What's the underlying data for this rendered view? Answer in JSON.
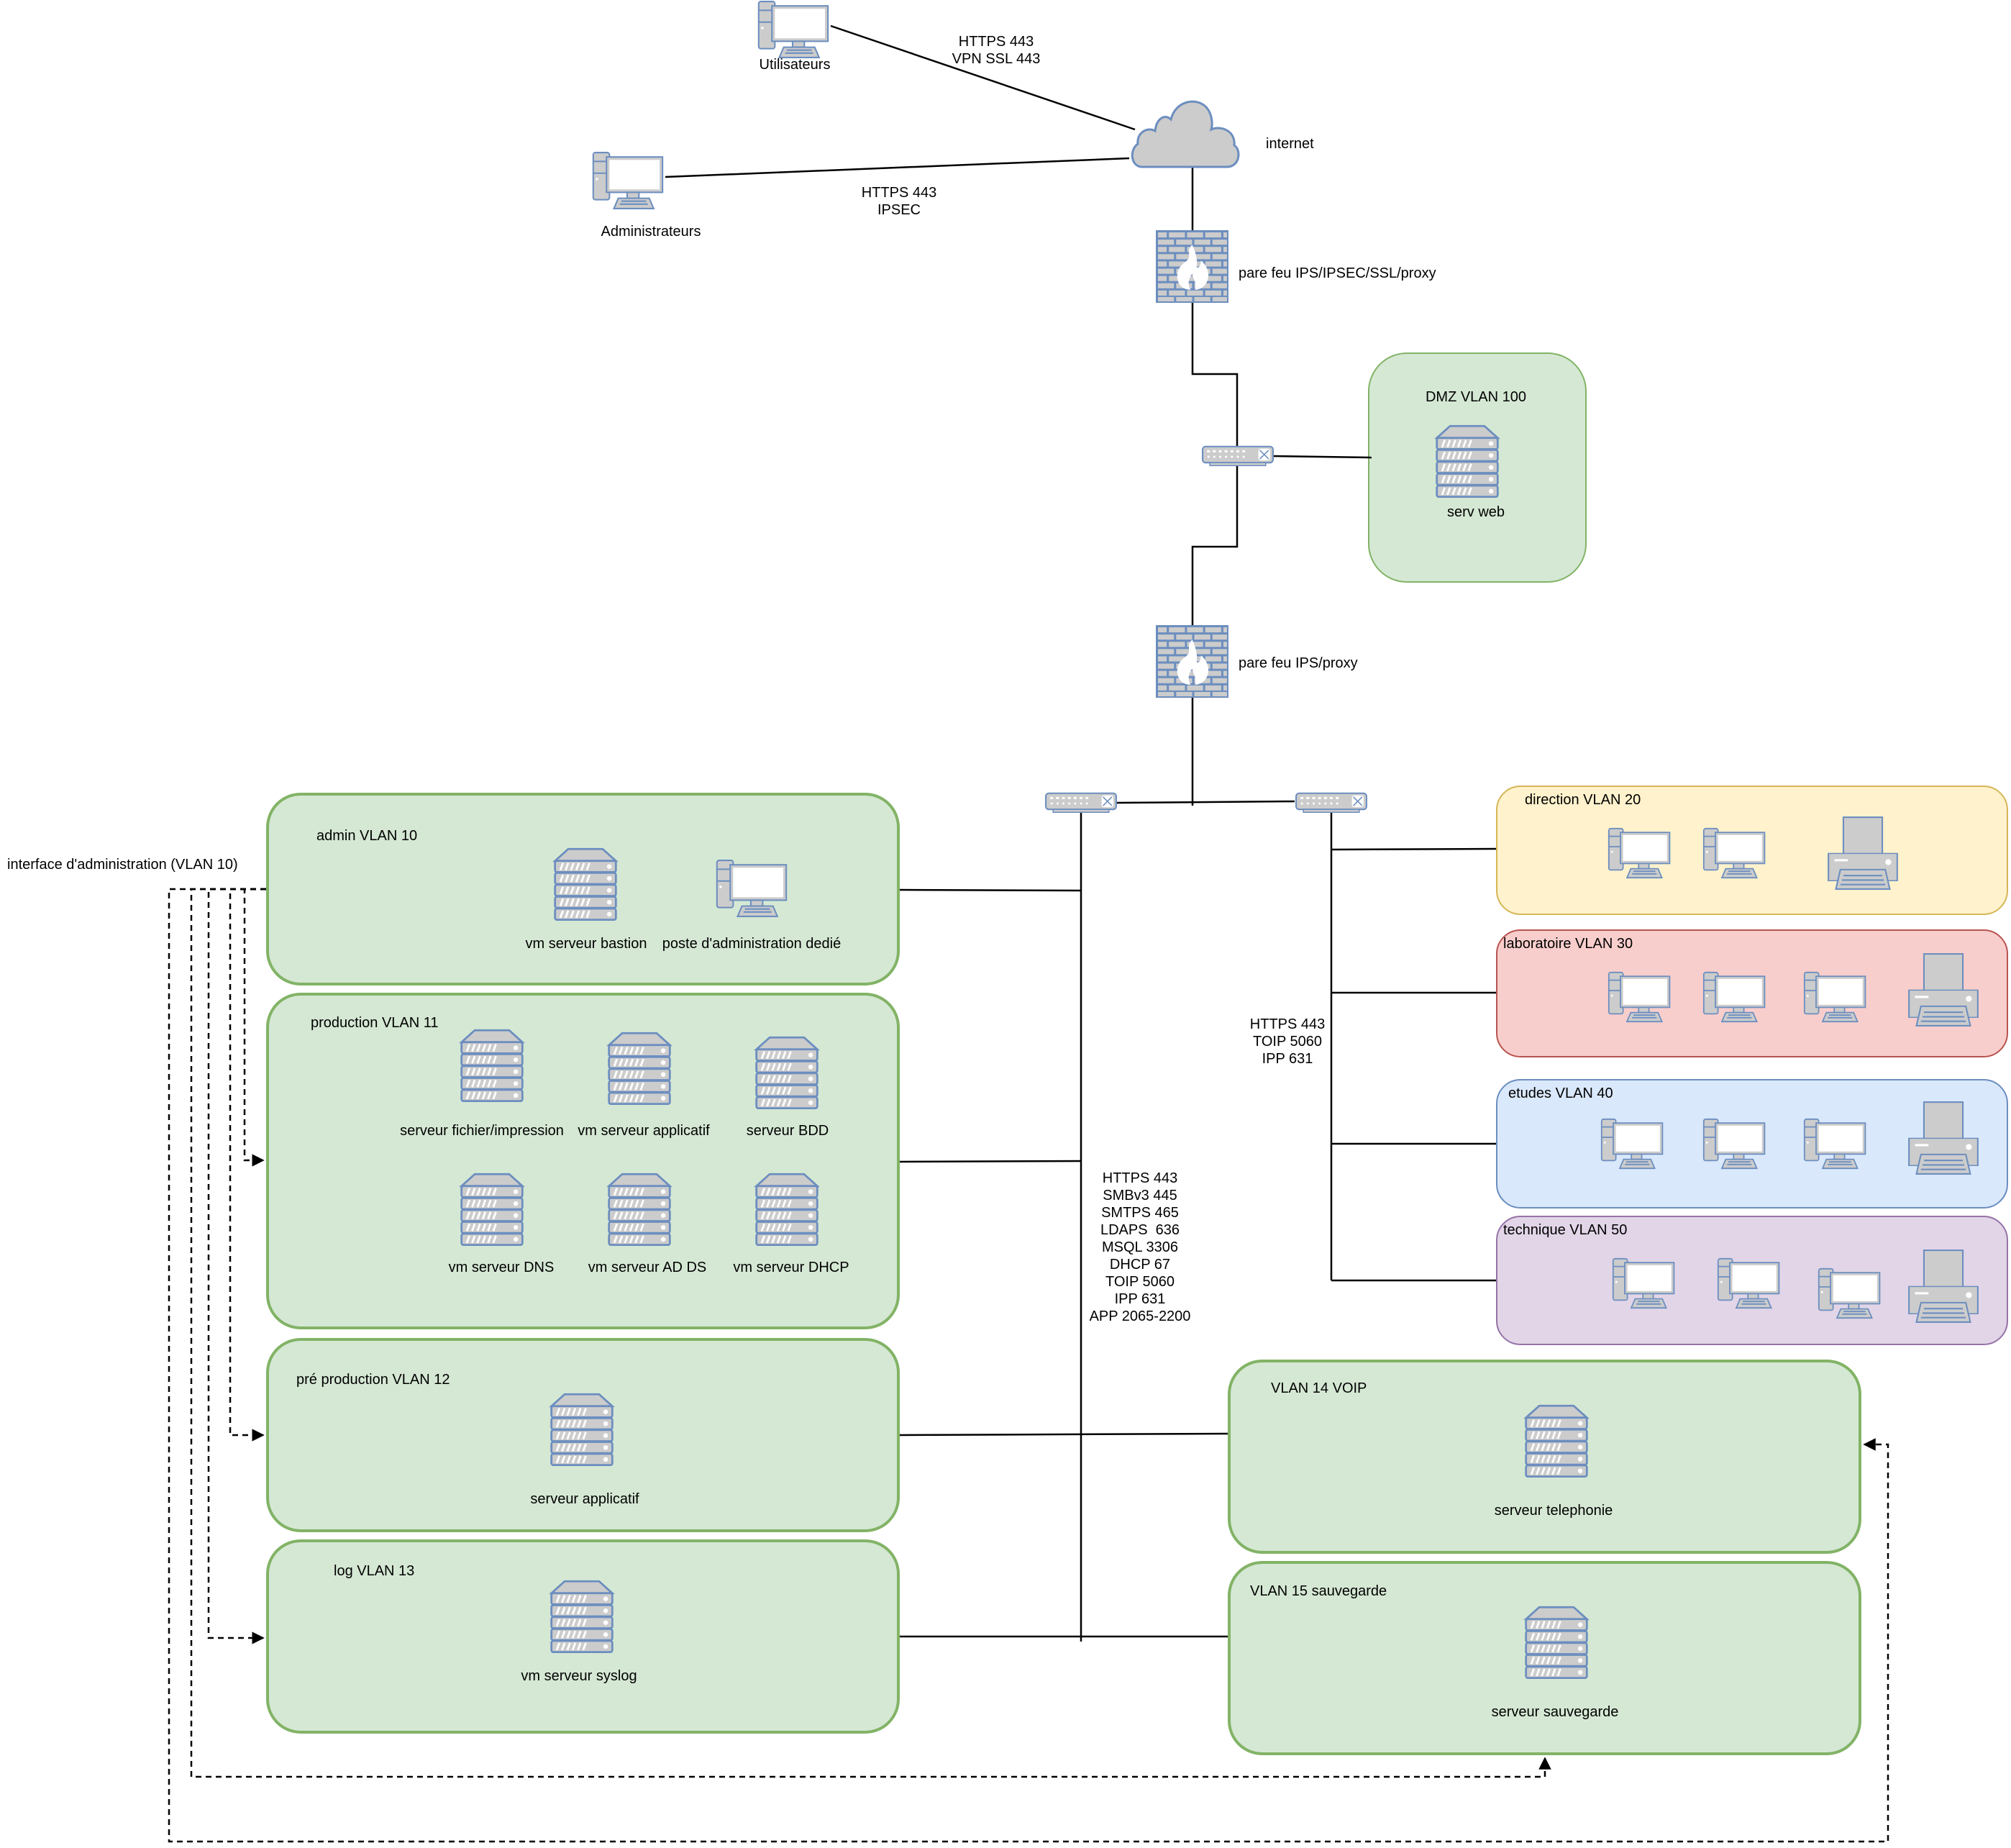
{
  "title": "Architecture réseau",
  "external": {
    "users": {
      "label": "Utilisateurs",
      "link_label": "HTTPS 443\nVPN SSL 443"
    },
    "admins": {
      "label": "Administrateurs",
      "link_label": "HTTPS 443\nIPSEC"
    },
    "internet": {
      "label": "internet"
    }
  },
  "firewalls": [
    {
      "label": "pare feu IPS/IPSEC/SSL/proxy"
    },
    {
      "label": "pare feu IPS/proxy"
    }
  ],
  "dmz": {
    "title": "DMZ VLAN 100",
    "server": "serv web"
  },
  "admin_interface_label": "interface d'administration (VLAN 10)",
  "server_link_label": "HTTPS 443\nSMBv3 445\nSMTPS 465\nLDAPS  636\nMSQL 3306\nDHCP 67\nTOIP 5060\nIPP 631\nAPP 2065-2200",
  "client_link_label": "HTTPS 443\nTOIP 5060\nIPP 631",
  "vlans": {
    "admin": {
      "title": "admin VLAN 10",
      "items": [
        "vm serveur bastion",
        "poste d'administration dedié"
      ]
    },
    "production": {
      "title": "production VLAN 11",
      "items": [
        "serveur fichier/impression",
        "vm serveur applicatif",
        "serveur BDD",
        "vm serveur DNS",
        "vm serveur AD DS",
        "vm serveur DHCP"
      ]
    },
    "preproduction": {
      "title": "pré production VLAN 12",
      "items": [
        "serveur applicatif"
      ]
    },
    "log": {
      "title": "log VLAN 13",
      "items": [
        "vm serveur syslog"
      ]
    },
    "voip": {
      "title": "VLAN 14 VOIP",
      "items": [
        "serveur telephonie"
      ]
    },
    "backup": {
      "title": "VLAN 15 sauvegarde",
      "items": [
        "serveur sauvegarde"
      ]
    },
    "direction": {
      "title": "direction VLAN 20",
      "pcs": 2,
      "printers": 1
    },
    "laboratoire": {
      "title": "laboratoire VLAN 30",
      "pcs": 3,
      "printers": 1
    },
    "etudes": {
      "title": "etudes VLAN 40",
      "pcs": 3,
      "printers": 1
    },
    "technique": {
      "title": "technique VLAN 50",
      "pcs": 3,
      "printers": 1
    }
  },
  "colors": {
    "icon_stroke": "#6c8ebf",
    "icon_fill": "#cccccc",
    "green_fill": "#d5e8d4",
    "green_stroke": "#82b366",
    "yellow_fill": "#fff2cc",
    "red_fill": "#f8cecc",
    "blue_fill": "#dae8fc",
    "purple_fill": "#e1d5e7"
  }
}
